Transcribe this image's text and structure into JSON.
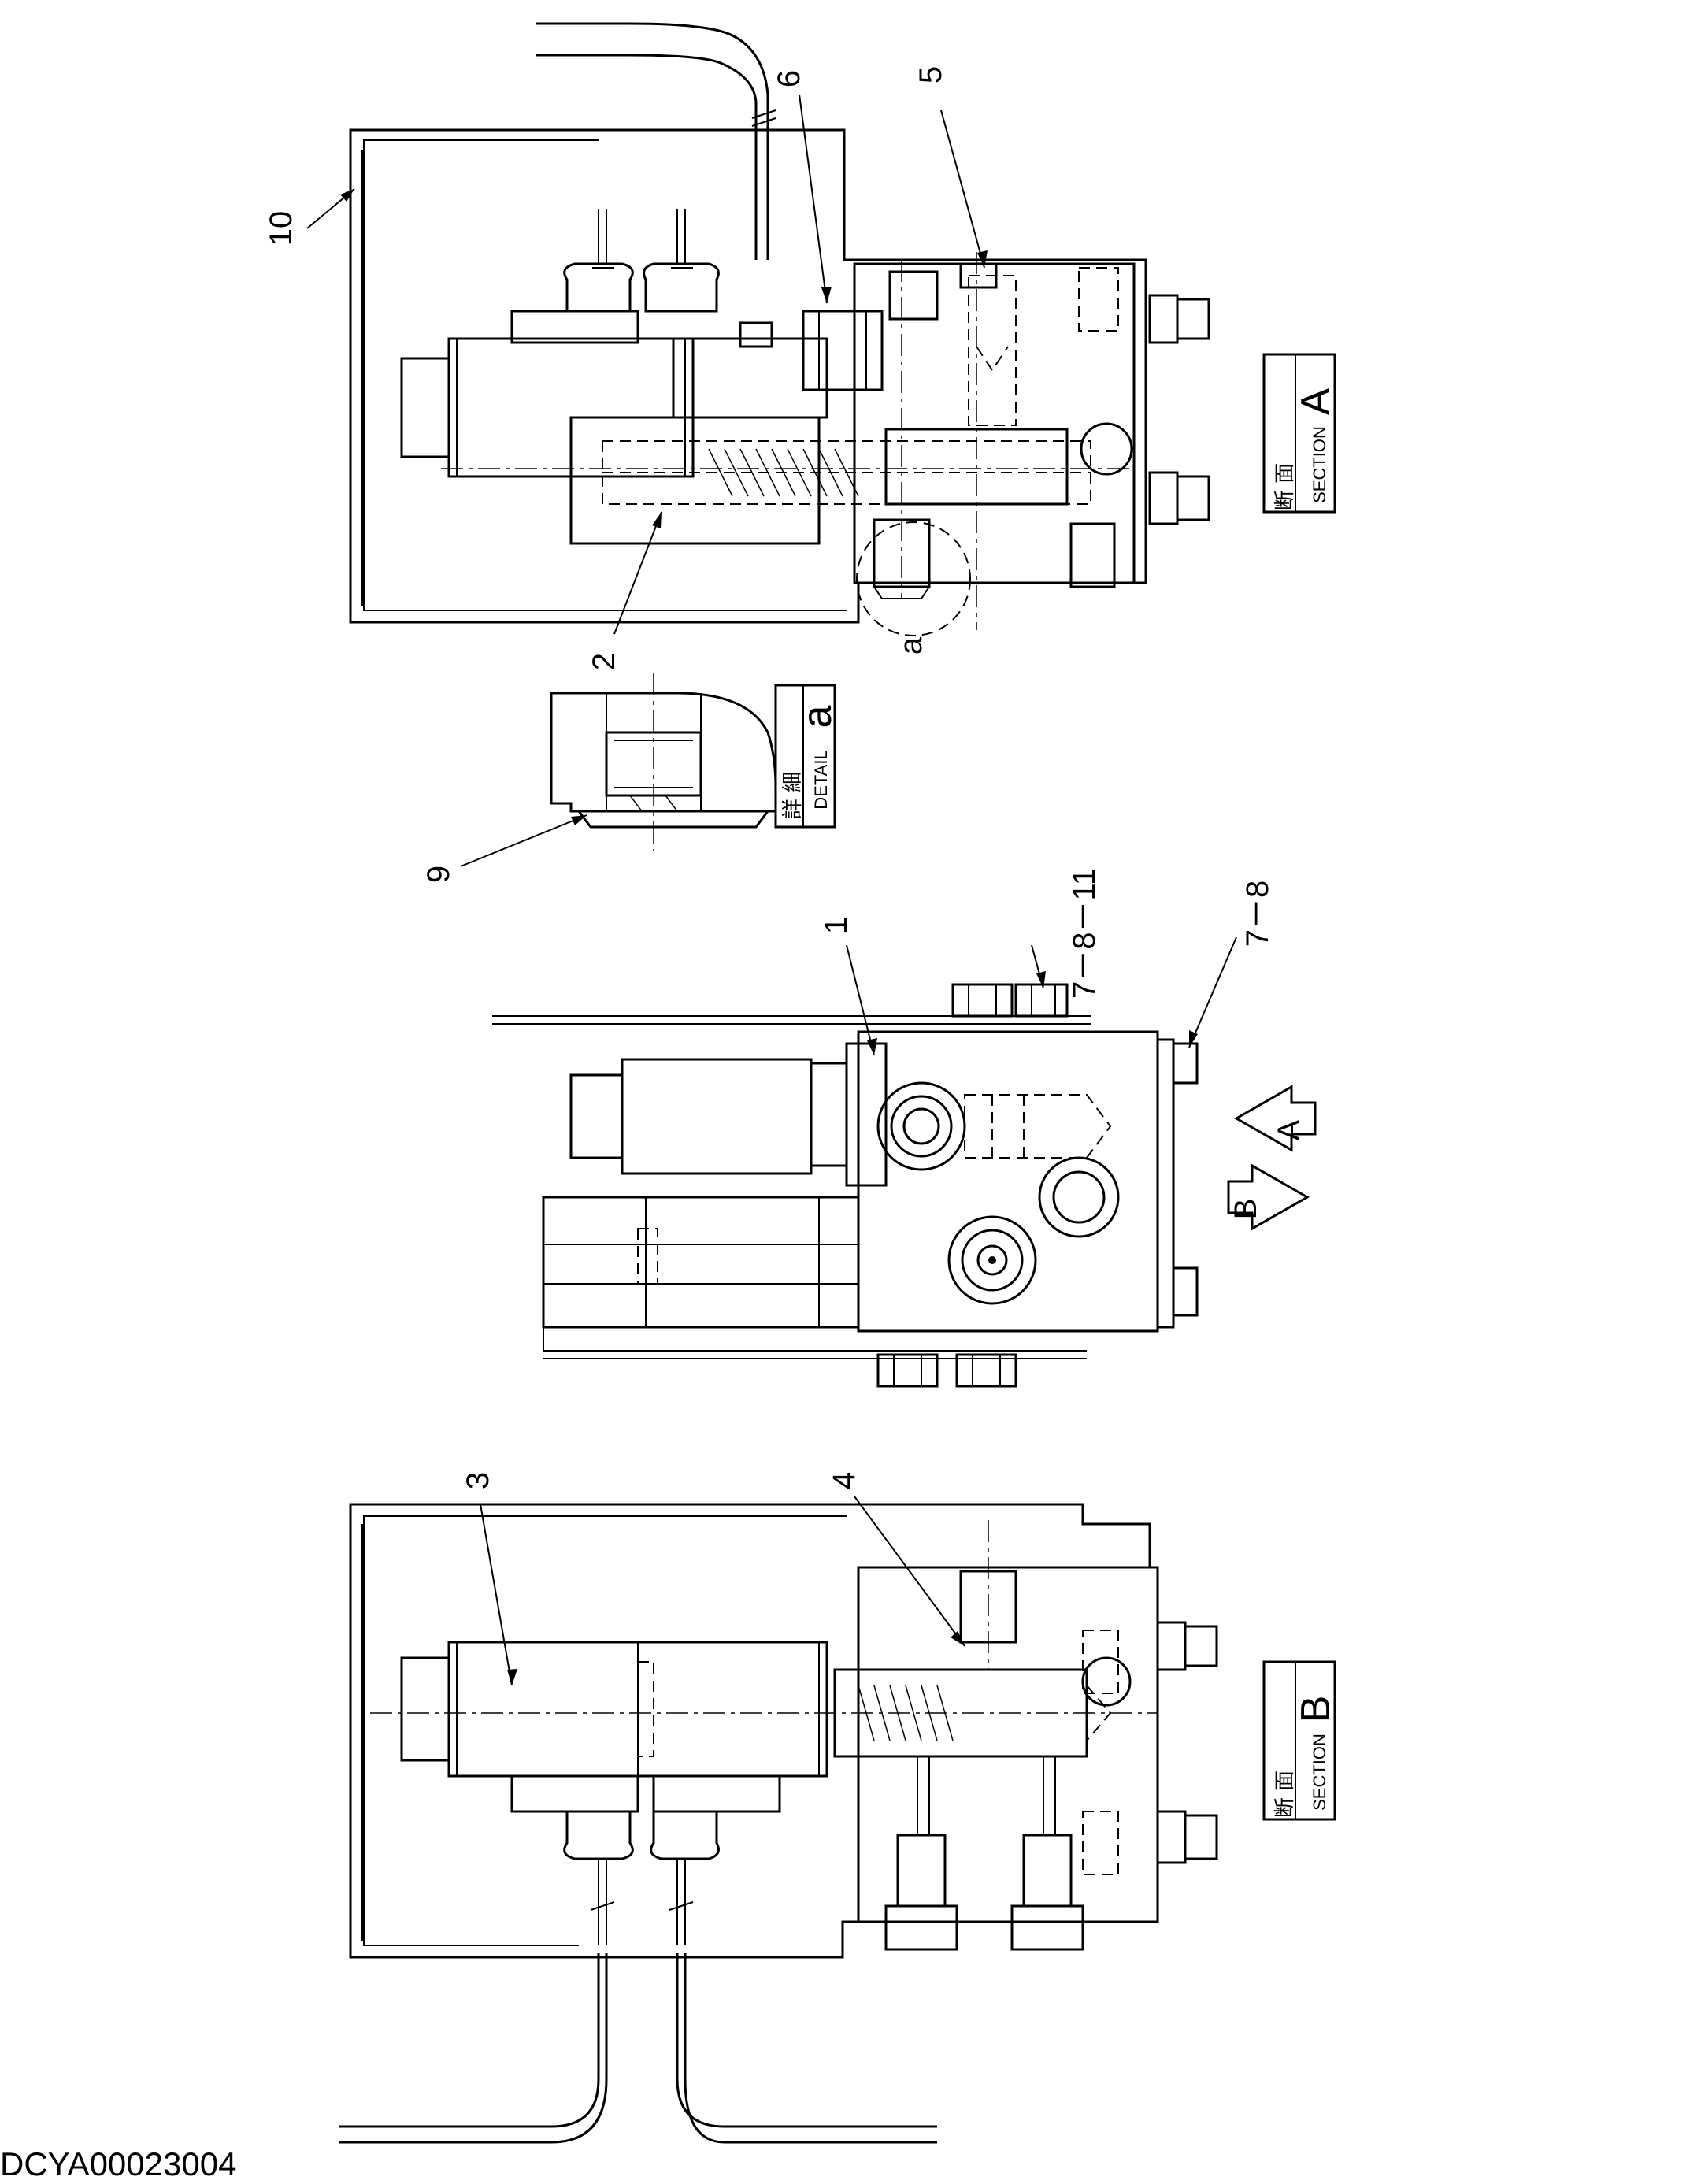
{
  "drawing_code": "DCYA00023004",
  "section_a": {
    "title_jp": "断 面",
    "title_en": "SECTION",
    "letter": "A"
  },
  "section_b": {
    "title_jp": "断 面",
    "title_en": "SECTION",
    "letter": "B"
  },
  "detail_a": {
    "title_jp": "詳 細",
    "title_en": "DETAIL",
    "letter": "a"
  },
  "view_arrow_a": "A",
  "view_arrow_b": "B",
  "detail_circle_label": "a",
  "callouts": {
    "c1": "1",
    "c2": "2",
    "c3": "3",
    "c4": "4",
    "c5": "5",
    "c6": "6",
    "c7_8_11": "7－8－11",
    "c7_8": "7－8",
    "c9": "9",
    "c10": "10"
  }
}
